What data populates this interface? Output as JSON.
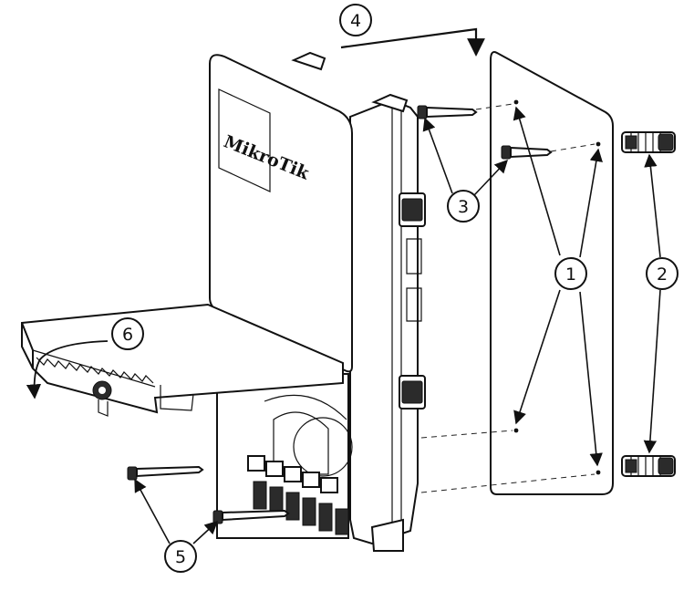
{
  "diagram": {
    "brand_logo_text": "MikroTik",
    "callouts": [
      {
        "id": "1",
        "label": "1"
      },
      {
        "id": "2",
        "label": "2"
      },
      {
        "id": "3",
        "label": "3"
      },
      {
        "id": "4",
        "label": "4"
      },
      {
        "id": "5",
        "label": "5"
      },
      {
        "id": "6",
        "label": "6"
      }
    ],
    "colors": {
      "line": "#111111",
      "background": "#ffffff",
      "part_dark": "#2b2b2b"
    }
  }
}
